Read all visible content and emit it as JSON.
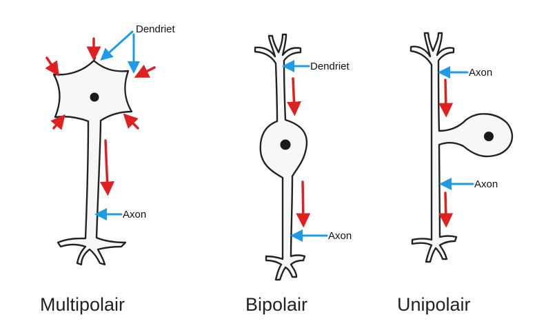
{
  "labels": {
    "dendriet_top": "Dendriet",
    "dendriet_bipolar": "Dendriet",
    "axon_multipolar": "Axon",
    "axon_bipolar": "Axon",
    "axon_unipolar_top": "Axon",
    "axon_unipolar_bottom": "Axon"
  },
  "captions": {
    "multipolar": "Multipolair",
    "bipolar": "Bipolair",
    "unipolar": "Unipolair"
  },
  "colors": {
    "signal_arrow": "#e02020",
    "pointer_arrow": "#1e9be6",
    "outline": "#222222"
  }
}
